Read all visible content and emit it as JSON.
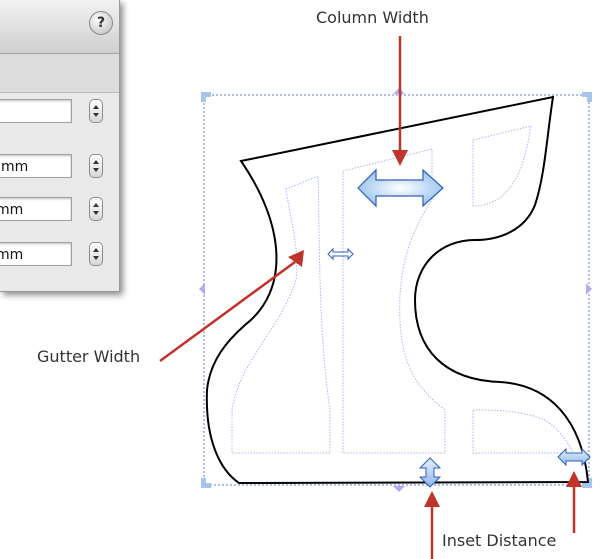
{
  "inspector": {
    "help_button": "?",
    "fields": [
      {
        "value": ""
      },
      {
        "value": "mm"
      },
      {
        "value": "mm"
      },
      {
        "value": "mm"
      }
    ]
  },
  "annotations": {
    "column_width": "Column Width",
    "gutter_width": "Gutter Width",
    "inset_distance": "Inset Distance"
  },
  "colors": {
    "arrow": "#c0332b",
    "shape_stroke": "#000000",
    "column_guide": "#a7b4f2",
    "selection_handle": "#a9c4ea",
    "selection_border": "#5a7be0"
  },
  "icons": {
    "help": "question-mark-icon",
    "column_width_handle": "double-arrow-icon",
    "gutter_width_handle": "double-arrow-icon",
    "inset_handle": "vertical-double-arrow-icon"
  }
}
